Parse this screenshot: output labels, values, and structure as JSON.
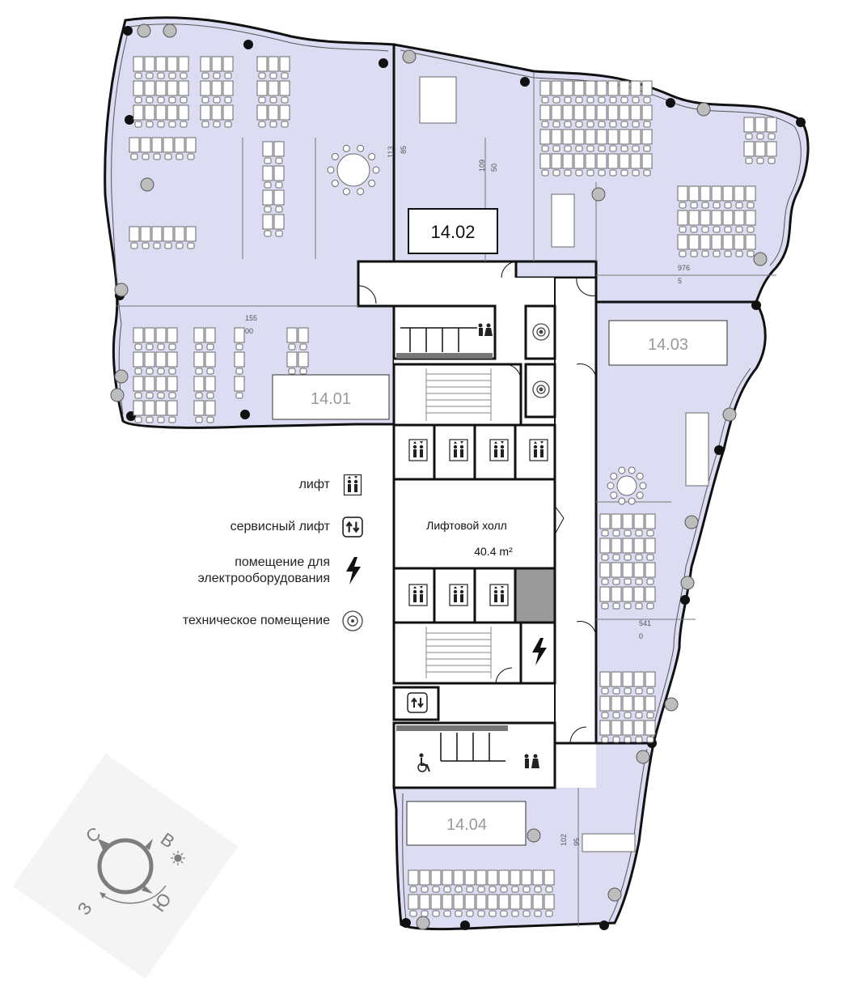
{
  "units": [
    {
      "id": "14.01",
      "label": "14.01"
    },
    {
      "id": "14.02",
      "label": "14.02"
    },
    {
      "id": "14.03",
      "label": "14.03"
    },
    {
      "id": "14.04",
      "label": "14.04"
    }
  ],
  "lift_hall": {
    "name": "Лифтовой холл",
    "area": "40.4 m²"
  },
  "dimensions": {
    "d113": "113",
    "d85": "85",
    "d109": "109",
    "d50": "50",
    "d976": "976",
    "d5": "5",
    "d155": "155",
    "d00": "00",
    "d541": "541",
    "d0": "0",
    "d102": "102",
    "d95": "95"
  },
  "legend": [
    {
      "label": "лифт",
      "icon": "elevator-icon"
    },
    {
      "label": "сервисный лифт",
      "icon": "service-elevator-icon"
    },
    {
      "label": "помещение для\nэлектрооборудования",
      "icon": "lightning-icon"
    },
    {
      "label": "техническое помещение",
      "icon": "technical-room-icon"
    }
  ],
  "compass": {
    "north": "С",
    "east": "В",
    "south": "Ю",
    "west": "З"
  },
  "colors": {
    "office_fill": "#dcdcf3",
    "wall": "#111111",
    "core_fill": "#ffffff",
    "shaft_fill": "#9a9a9a",
    "furniture": "#6a6a6a",
    "unit_box_text": "#9a9a9a",
    "compass": "#7d7d7d"
  }
}
